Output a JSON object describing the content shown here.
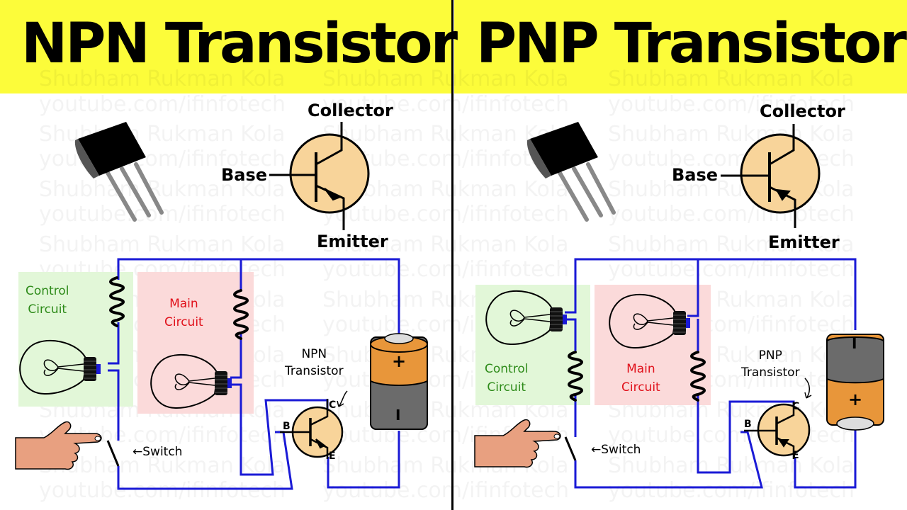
{
  "panels": {
    "npn": {
      "title": "NPN Transistor",
      "symbol_labels": {
        "collector": "Collector",
        "base": "Base",
        "emitter": "Emitter"
      },
      "control_circuit_label": [
        "Control",
        "Circuit"
      ],
      "main_circuit_label": [
        "Main",
        "Circuit"
      ],
      "transistor_label": [
        "NPN",
        "Transistor"
      ],
      "pins": {
        "b": "B",
        "c": "C",
        "e": "E"
      },
      "switch_label": "←Switch",
      "battery": {
        "top_terminal": "+",
        "bottom_terminal": "I"
      }
    },
    "pnp": {
      "title": "PNP Transistor",
      "symbol_labels": {
        "collector": "Collector",
        "base": "Base",
        "emitter": "Emitter"
      },
      "control_circuit_label": [
        "Control",
        "Circuit"
      ],
      "main_circuit_label": [
        "Main",
        "Circuit"
      ],
      "transistor_label": [
        "PNP",
        "Transistor"
      ],
      "pins": {
        "b": "B",
        "c": "C",
        "e": "E"
      },
      "switch_label": "←Switch",
      "battery": {
        "top_terminal": "I",
        "bottom_terminal": "+"
      }
    }
  },
  "watermark": {
    "line1": "Shubham Rukman Kola",
    "line2": "youtube.com/ifinfotech"
  },
  "colors": {
    "banner": "#fcfc3a",
    "wire": "#1a1ad6",
    "transistor_body": "#f8d49a",
    "control_zone": "#e2f7d8",
    "main_zone": "#fbdada",
    "battery_orange": "#e8963a",
    "battery_gray": "#6b6b6b",
    "skin": "#e8a080"
  }
}
